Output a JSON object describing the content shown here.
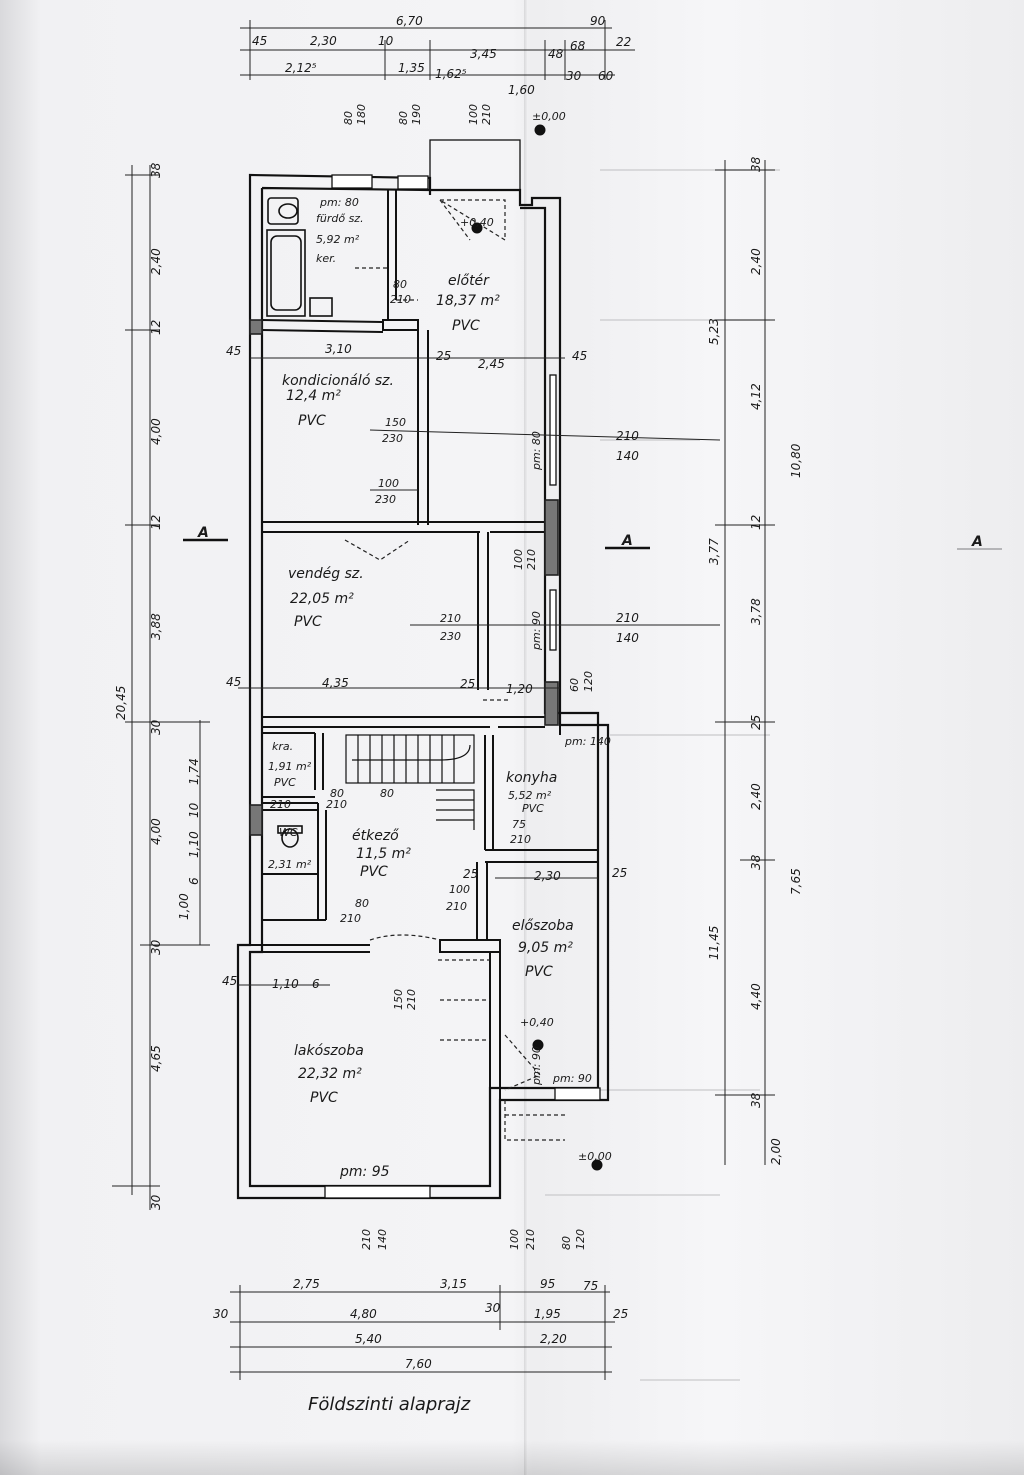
{
  "caption": "Földszinti alaprajz",
  "section_marker": "A",
  "rooms": {
    "furdo": {
      "name": "fürdő sz.",
      "area": "5,92 m²",
      "floor": "ker.",
      "sill": "pm: 80"
    },
    "eloter": {
      "name": "előtér",
      "area": "18,37 m²",
      "floor": "PVC",
      "level": "+0,40"
    },
    "kondicionalo": {
      "name": "kondicionáló sz.",
      "area": "12,4 m²",
      "floor": "PVC"
    },
    "vendeg": {
      "name": "vendég sz.",
      "area": "22,05 m²",
      "floor": "PVC"
    },
    "kamra": {
      "name": "kra.",
      "area": "1,91 m²",
      "floor": "PVC"
    },
    "konyha": {
      "name": "konyha",
      "area": "5,52 m²",
      "floor": "PVC",
      "sill": "pm: 140"
    },
    "etkezo": {
      "name": "étkező",
      "area": "11,5 m²",
      "floor": "PVC"
    },
    "wc": {
      "name": "WC",
      "area": "2,31 m²"
    },
    "eloszoba": {
      "name": "előszoba",
      "area": "9,05 m²",
      "floor": "PVC",
      "level": "+0,40",
      "sill": "pm: 90"
    },
    "lakoszoba": {
      "name": "lakószoba",
      "area": "22,32 m²",
      "floor": "PVC",
      "sill": "pm: 95"
    }
  },
  "levels": {
    "entrance": "±0,00",
    "ground": "±0,00"
  },
  "dims_top": {
    "overall": "6,70",
    "right_90": "90",
    "row1": [
      "45",
      "2,30",
      "10",
      "3,45",
      "48",
      "68",
      "22"
    ],
    "row2": [
      "2,12⁵",
      "1,35",
      "1,62⁵",
      "1,60",
      "30",
      "60"
    ]
  },
  "dims_left": {
    "overall": "20,45",
    "segments": [
      "38",
      "2,40",
      "12",
      "4,00",
      "12",
      "3,88",
      "30",
      "4,00",
      "1,74",
      "10",
      "1,10",
      "6",
      "1,00",
      "30",
      "4,65",
      "30"
    ]
  },
  "dims_right": {
    "overall": "10,80",
    "overall2": "11,45",
    "segments": [
      "38",
      "2,40",
      "5,23",
      "4,12",
      "12",
      "3,77",
      "3,78",
      "25",
      "2,40",
      "38",
      "7,65",
      "4,40",
      "38",
      "2,00"
    ]
  },
  "dims_bottom": {
    "row1": [
      "2,75",
      "3,15",
      "95",
      "75"
    ],
    "row2": [
      "30",
      "4,80",
      "30",
      "1,95",
      "25"
    ],
    "row3": [
      "5,40",
      "2,20"
    ],
    "overall": "7,60"
  },
  "openings": {
    "top_window_1": [
      "80",
      "180"
    ],
    "top_window_2": [
      "80",
      "190"
    ],
    "top_door": [
      "100",
      "210"
    ],
    "bath_door": [
      "80",
      "210"
    ],
    "kond_w1": [
      "150",
      "230"
    ],
    "kond_w2": [
      "100",
      "230"
    ],
    "east_w1": [
      "210",
      "140"
    ],
    "east_w2": [
      "210",
      "140"
    ],
    "vendeg_w": [
      "210",
      "230"
    ],
    "vendeg_d": [
      "100",
      "210"
    ],
    "vendeg_d2": [
      "60",
      "120"
    ],
    "etk_d1": [
      "80",
      "210"
    ],
    "etk_d2": [
      "80",
      "210"
    ],
    "etk_d3": [
      "75",
      "210"
    ],
    "etk_d4": [
      "100",
      "210"
    ],
    "wc_d": [
      "80",
      "210"
    ],
    "lako_d": [
      "150",
      "210"
    ],
    "bottom_w1": [
      "210",
      "140"
    ],
    "bottom_w2": [
      "100",
      "210"
    ],
    "bottom_w3": [
      "80",
      "120"
    ],
    "pm80": "pm: 80",
    "pm90a": "pm: 90",
    "pm90b": "pm: 90"
  },
  "inner_dims": {
    "kond_width": "3,10",
    "kond_wall": "25",
    "kond_right": "2,45",
    "kond_left": "45",
    "east_45": "45",
    "vendeg_width": "4,35",
    "vendeg_left": "45",
    "vendeg_wall": "25",
    "vendeg_right": "1,20",
    "eloszoba_width": "2,30",
    "eloszoba_wall_l": "25",
    "eloszoba_wall_r": "25",
    "lako_left": "45",
    "lako_w": "1,10",
    "lako_6": "6"
  }
}
